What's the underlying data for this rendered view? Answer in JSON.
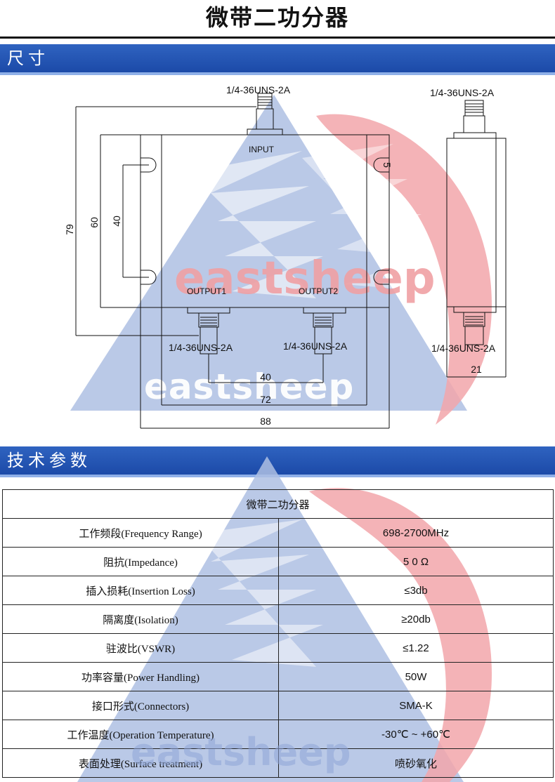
{
  "title": "微带二功分器",
  "sections": {
    "dimensions": "尺寸",
    "parameters": "技术参数"
  },
  "watermark": "eastsheep",
  "drawing": {
    "connector_top": "1/4-36UNS-2A",
    "connector_side_top": "1/4-36UNS-2A",
    "connector_out1": "1/4-36UNS-2A",
    "connector_out2": "1/4-36UNS-2A",
    "connector_side_bottom": "1/4-36UNS-2A",
    "input_label": "INPUT",
    "output1_label": "OUTPUT1",
    "output2_label": "OUTPUT2",
    "dim_79": "79",
    "dim_60": "60",
    "dim_40_v": "40",
    "dim_5": "5",
    "dim_40_h": "40",
    "dim_72": "72",
    "dim_88": "88",
    "dim_21": "21"
  },
  "table": {
    "header": "微带二功分器",
    "rows": [
      {
        "label": "工作频段(Frequency Range)",
        "value": "698-2700MHz"
      },
      {
        "label": "阻抗(Impedance)",
        "value": "5 0 Ω"
      },
      {
        "label": "插入损耗(Insertion Loss)",
        "value": "≤3db"
      },
      {
        "label": "隔离度(Isolation)",
        "value": "≥20db"
      },
      {
        "label": "驻波比(VSWR)",
        "value": "≤1.22"
      },
      {
        "label": "功率容量(Power Handling)",
        "value": "50W"
      },
      {
        "label": "接口形式(Connectors)",
        "value": "SMA-K"
      },
      {
        "label": "工作温度(Operation Temperature)",
        "value": "-30℃ ~ +60℃"
      },
      {
        "label": "表面处理(Surface treatment)",
        "value": "喷砂氧化"
      }
    ]
  },
  "colors": {
    "section_bar": "#2350b3",
    "watermark_blue": "#aebfe3",
    "watermark_red": "#f2a6aa"
  }
}
